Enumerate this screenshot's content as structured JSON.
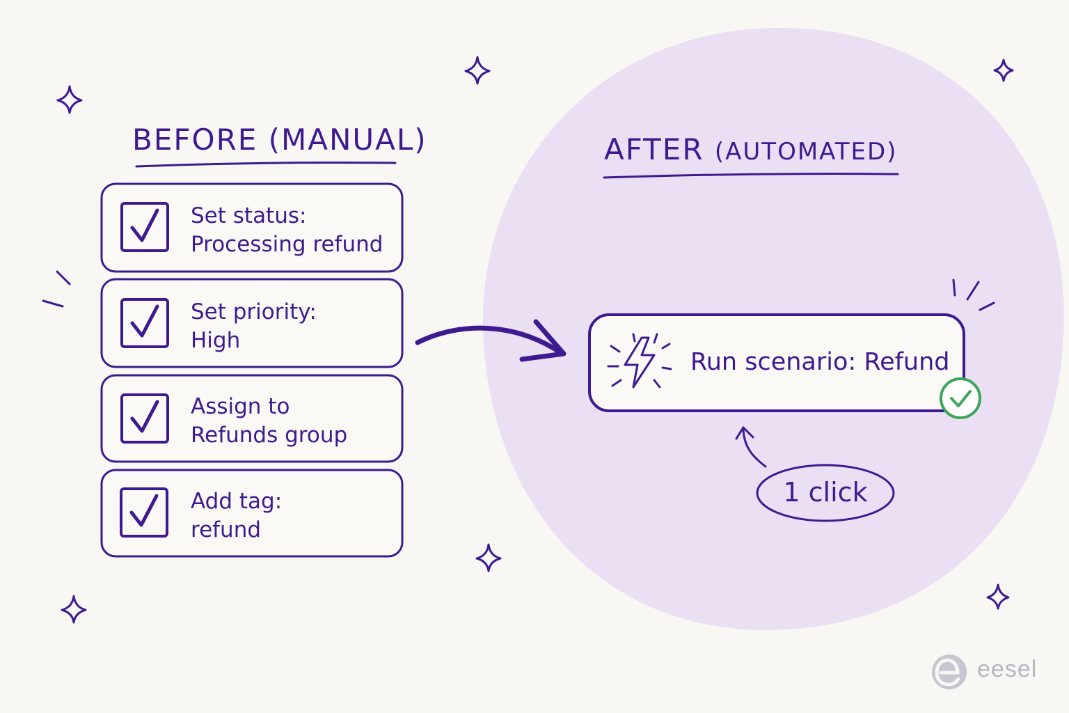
{
  "before": {
    "heading": "BEFORE (MANUAL)",
    "tasks": [
      {
        "line1": "Set status:",
        "line2": "Processing refund",
        "checked": true
      },
      {
        "line1": "Set priority:",
        "line2": "High",
        "checked": true
      },
      {
        "line1": "Assign to",
        "line2": "Refunds group",
        "checked": true
      },
      {
        "line1": "Add tag:",
        "line2": "refund",
        "checked": true
      }
    ]
  },
  "after": {
    "heading_main": "AFTER",
    "heading_sub": "(AUTOMATED)",
    "scenario_label": "Run scenario: Refund",
    "click_label": "1 click",
    "status": "success"
  },
  "brand": {
    "logo_text": "eesel"
  },
  "colors": {
    "ink": "#3d1a8f",
    "circle_fill": "#ebdff4",
    "background": "#f9f7f4",
    "success": "#3aa65a",
    "logo": "#b9b6c4"
  }
}
